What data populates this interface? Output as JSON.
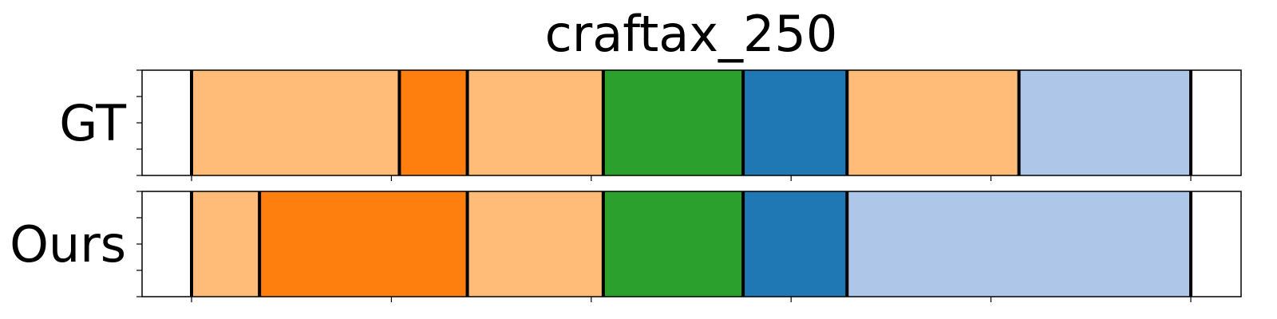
{
  "chart_data": {
    "type": "bar",
    "subtype": "segmentation-timeline",
    "title": "craftax_250",
    "x_range": [
      0,
      250
    ],
    "axis_ticks": "unlabeled",
    "rows": [
      {
        "label": "GT",
        "segments": [
          {
            "start": 0,
            "end": 52,
            "color": "#ffbb78"
          },
          {
            "start": 52,
            "end": 69,
            "color": "#ff7f0e"
          },
          {
            "start": 69,
            "end": 103,
            "color": "#ffbb78"
          },
          {
            "start": 103,
            "end": 138,
            "color": "#2ca02c"
          },
          {
            "start": 138,
            "end": 164,
            "color": "#1f77b4"
          },
          {
            "start": 164,
            "end": 207,
            "color": "#ffbb78"
          },
          {
            "start": 207,
            "end": 250,
            "color": "#aec7e8"
          }
        ]
      },
      {
        "label": "Ours",
        "segments": [
          {
            "start": 0,
            "end": 17,
            "color": "#ffbb78"
          },
          {
            "start": 17,
            "end": 69,
            "color": "#ff7f0e"
          },
          {
            "start": 69,
            "end": 103,
            "color": "#ffbb78"
          },
          {
            "start": 103,
            "end": 138,
            "color": "#2ca02c"
          },
          {
            "start": 138,
            "end": 164,
            "color": "#1f77b4"
          },
          {
            "start": 164,
            "end": 250,
            "color": "#aec7e8"
          }
        ]
      }
    ]
  }
}
